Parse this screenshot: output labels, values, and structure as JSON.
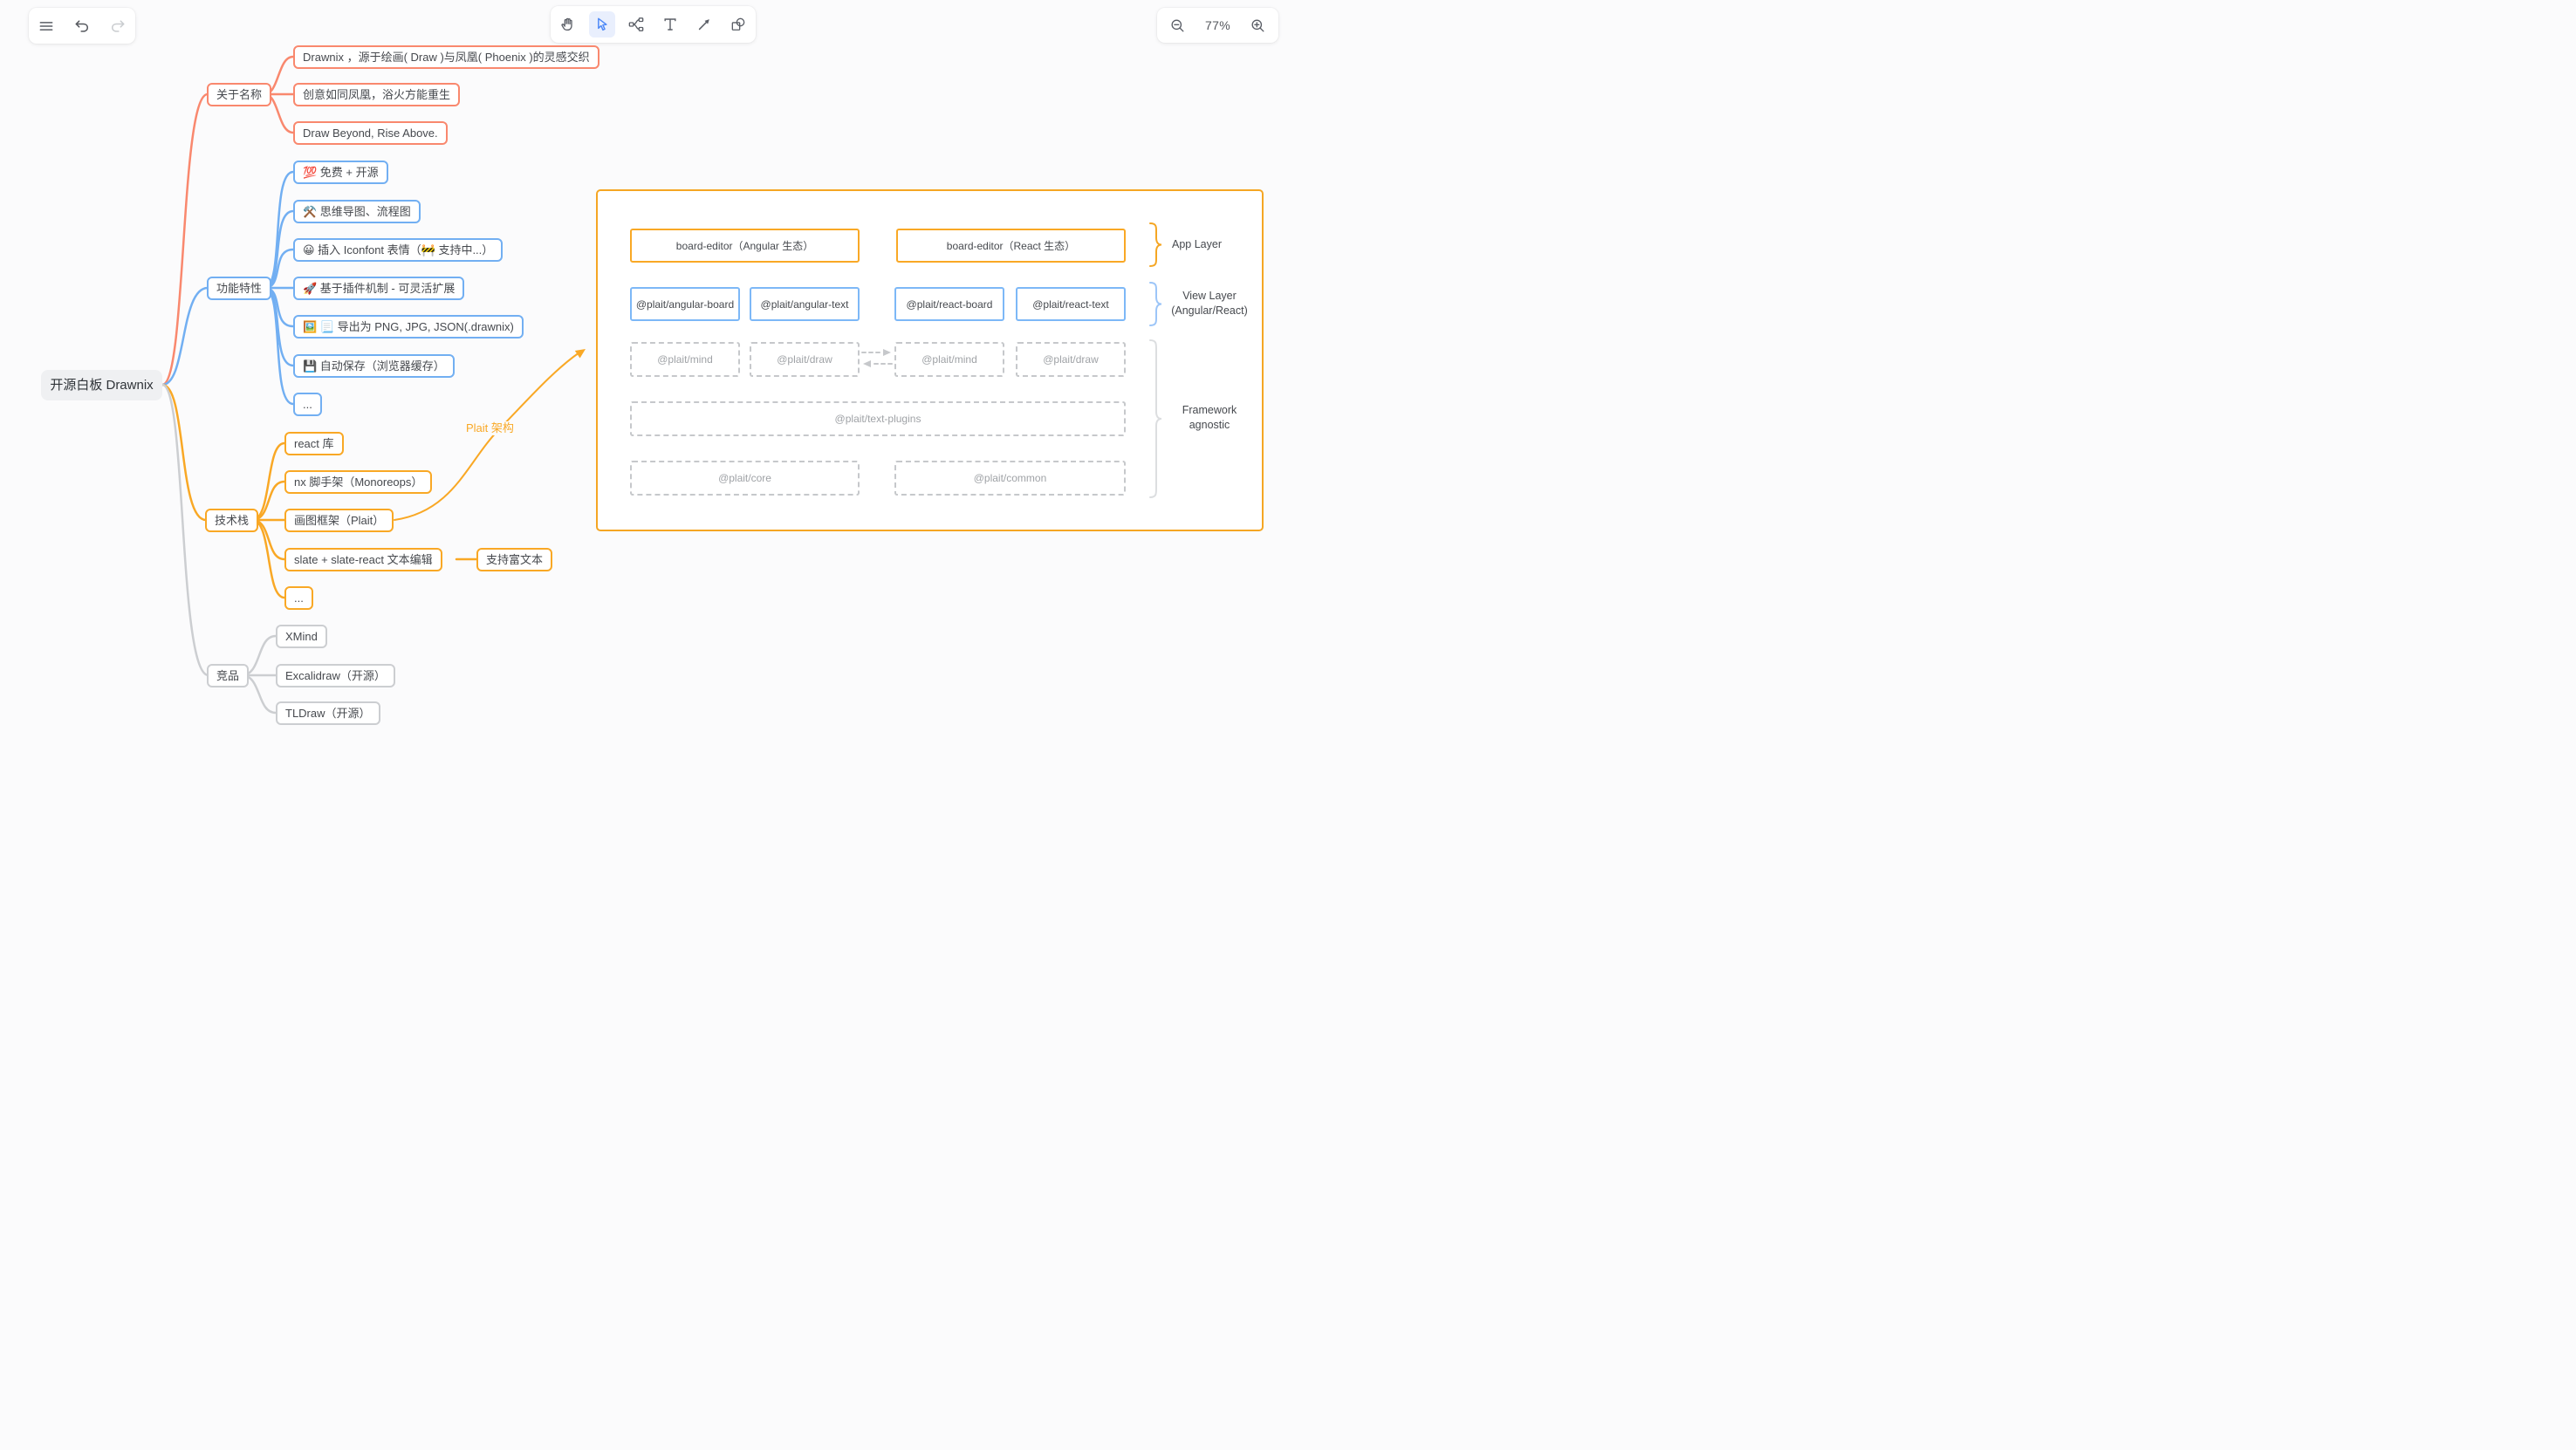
{
  "header": {
    "zoom": {
      "out_icon": "zoom-out-icon",
      "level": "77%",
      "in_icon": "zoom-in-icon"
    },
    "tools": [
      "hand",
      "selection",
      "mind",
      "text",
      "arrow",
      "shape"
    ],
    "active_tool": "selection"
  },
  "colors": {
    "branch_salmon": "#f9886e",
    "branch_blue": "#72aff2",
    "branch_orange": "#f9a825",
    "branch_gray": "#ccced1",
    "arch_border": "#f5a623",
    "active_tool_bg": "#e9effd"
  },
  "mindmap": {
    "root": {
      "label": "开源白板 Drawnix"
    },
    "branches": [
      {
        "label": "关于名称",
        "children": [
          {
            "label": "Drawnix ，源于绘画( Draw )与凤凰( Phoenix )的灵感交织"
          },
          {
            "label": "创意如同凤凰，浴火方能重生"
          },
          {
            "label": "Draw Beyond, Rise Above."
          }
        ]
      },
      {
        "label": "功能特性",
        "children": [
          {
            "label": "💯 免费 + 开源"
          },
          {
            "label": "⚒️ 思维导图、流程图"
          },
          {
            "label": "😀 插入 Iconfont 表情（🚧 支持中...）"
          },
          {
            "label": "🚀 基于插件机制 - 可灵活扩展"
          },
          {
            "label": "🖼️ 📃 导出为 PNG, JPG, JSON(.drawnix)"
          },
          {
            "label": "💾 自动保存（浏览器缓存）"
          },
          {
            "label": "..."
          }
        ]
      },
      {
        "label": "技术栈",
        "children": [
          {
            "label": "react 库"
          },
          {
            "label": "nx 脚手架（Monoreops）"
          },
          {
            "label": "画图框架（Plait）"
          },
          {
            "label": "slate + slate-react 文本编辑",
            "children": [
              {
                "label": "支持富文本"
              }
            ]
          },
          {
            "label": "..."
          }
        ]
      },
      {
        "label": "竞品",
        "children": [
          {
            "label": "XMind"
          },
          {
            "label": "Excalidraw（开源）"
          },
          {
            "label": "TLDraw（开源）"
          }
        ]
      }
    ],
    "annotation": {
      "label": "Plait 架构"
    }
  },
  "architecture": {
    "app_layer": {
      "boxes": [
        {
          "label": "board-editor（Angular 生态）"
        },
        {
          "label": "board-editor（React 生态）"
        }
      ],
      "brace_label": "App Layer"
    },
    "view_layer": {
      "boxes": [
        {
          "label": "@plait/angular-board"
        },
        {
          "label": "@plait/angular-text"
        },
        {
          "label": "@plait/react-board"
        },
        {
          "label": "@plait/react-text"
        }
      ],
      "brace_label_line1": "View Layer",
      "brace_label_line2": "(Angular/React)"
    },
    "framework": {
      "row1": [
        {
          "label": "@plait/mind"
        },
        {
          "label": "@plait/draw"
        },
        {
          "label": "@plait/mind"
        },
        {
          "label": "@plait/draw"
        }
      ],
      "row2": {
        "label": "@plait/text-plugins"
      },
      "row3": [
        {
          "label": "@plait/core"
        },
        {
          "label": "@plait/common"
        }
      ],
      "brace_label_line1": "Framework",
      "brace_label_line2": "agnostic"
    }
  }
}
